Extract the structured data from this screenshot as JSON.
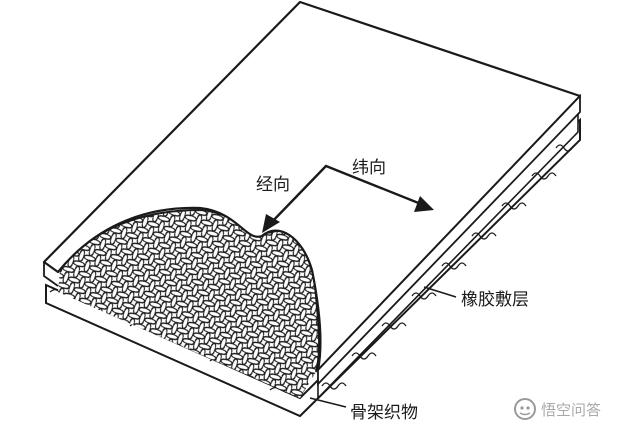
{
  "labels": {
    "warp": "经向",
    "weft": "纬向",
    "rubber_layer": "橡胶敷层",
    "skeleton_fabric": "骨架织物"
  },
  "watermark": "悟空问答",
  "colors": {
    "ink": "#1a1a1a",
    "paper": "#ffffff",
    "watermark": "#9a9a9a"
  },
  "icons": [
    "warp-arrow-icon",
    "weft-arrow-icon",
    "watermark-logo-icon"
  ]
}
